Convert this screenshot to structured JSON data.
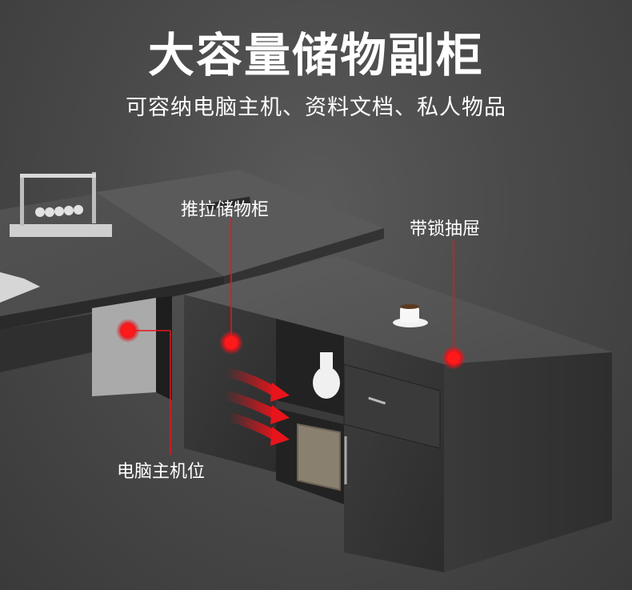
{
  "title": "大容量储物副柜",
  "subtitle": "可容纳电脑主机、资料文档、私人物品",
  "callouts": {
    "sliding_cabinet": "推拉储物柜",
    "locking_drawer": "带锁抽屉",
    "pc_host_bay": "电脑主机位"
  },
  "colors": {
    "marker": "#e8141c",
    "background": "#4a4a4a",
    "wood": "#3b3b3b",
    "top_surface": "#555555"
  }
}
